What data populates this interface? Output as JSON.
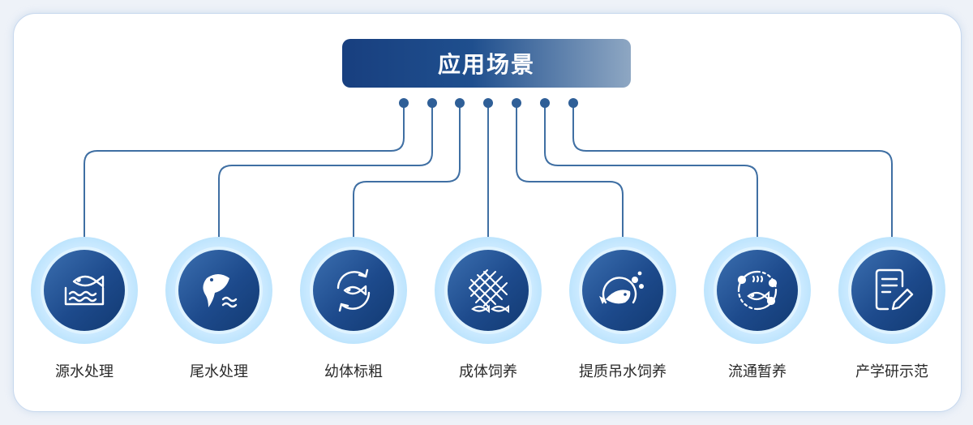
{
  "title": "应用场景",
  "colors": {
    "accent": "#1d4a8c",
    "line": "#3f6fa3",
    "ring": "#9dd7f7"
  },
  "items": [
    {
      "label": "源水处理",
      "icon": "fish-in-water-icon"
    },
    {
      "label": "尾水处理",
      "icon": "jumping-fish-icon"
    },
    {
      "label": "幼体标粗",
      "icon": "fish-cycle-icon"
    },
    {
      "label": "成体饲养",
      "icon": "net-fish-icon"
    },
    {
      "label": "提质吊水饲养",
      "icon": "fish-bubbles-icon"
    },
    {
      "label": "流通暂养",
      "icon": "fish-circulation-icon"
    },
    {
      "label": "产学研示范",
      "icon": "document-edit-icon"
    }
  ]
}
